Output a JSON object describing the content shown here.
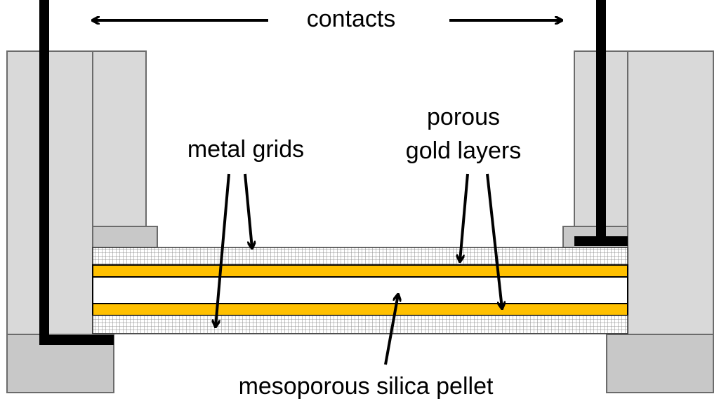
{
  "labels": {
    "contacts": "contacts",
    "metal_grids": "metal grids",
    "porous_line1": "porous",
    "porous_line2": "gold layers",
    "pellet": "mesoporous silica pellet"
  },
  "colors": {
    "housing": "#d9d9d9",
    "housing_dark": "#c0c0c0",
    "outline": "#6b6b6b",
    "contact_wire": "#000000",
    "gold": "#ffc000",
    "grid": "#a6a6a6",
    "pellet": "#ffffff",
    "arrow": "#000000"
  }
}
